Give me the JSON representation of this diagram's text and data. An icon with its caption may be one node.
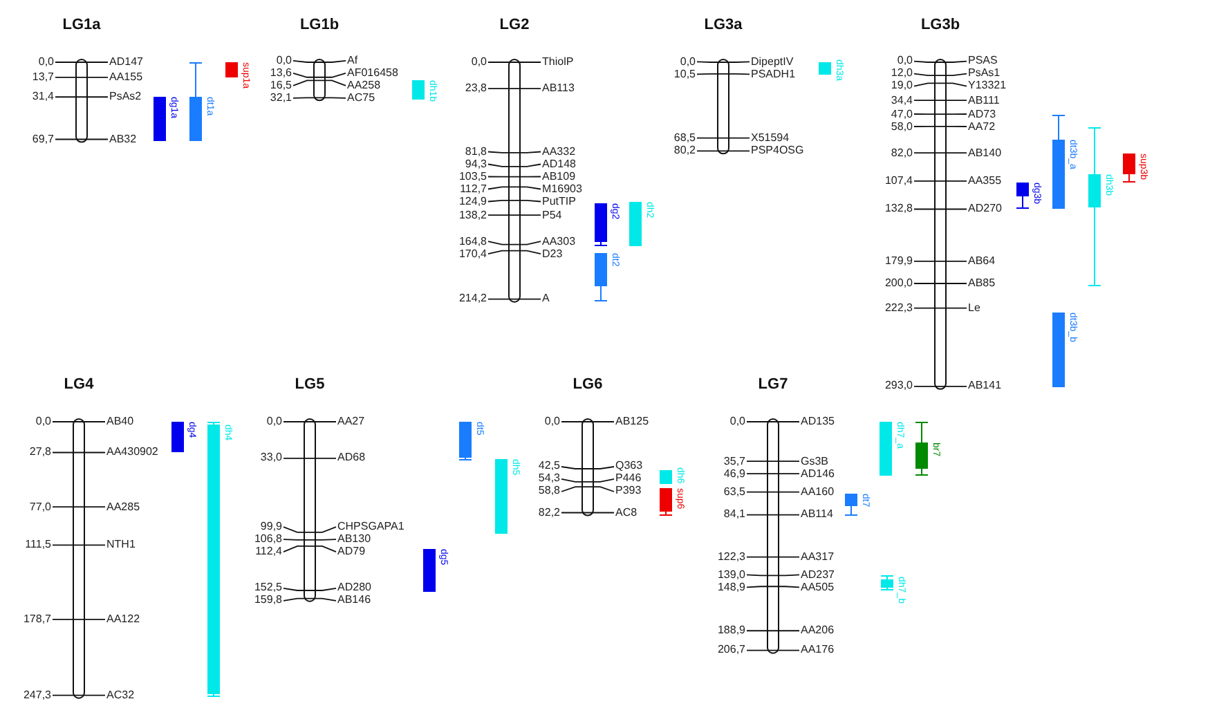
{
  "diagram": {
    "nodes": [
      {
        "text": [
          "LG1a"
        ],
        "beside": [
          "0,0",
          "AD147",
          "13,7",
          "AA155",
          "31,4",
          "PsAs2",
          "69,7",
          "AB32"
        ]
      },
      {
        "text": [
          "dg1a"
        ]
      },
      {
        "text": [
          "dt1a"
        ]
      },
      {
        "text": [
          "sup1a"
        ]
      },
      {
        "text": [
          "LG1b"
        ],
        "beside": [
          "0,0",
          "Af",
          "13,6",
          "AF016458",
          "16,5",
          "AA258",
          "32,1",
          "AC75"
        ]
      },
      {
        "text": [
          "dh1b"
        ]
      },
      {
        "text": [
          "LG2"
        ],
        "beside": [
          "0,0",
          "ThiolP",
          "23,8",
          "AB113",
          "81,8",
          "AA332",
          "94,3",
          "AD148",
          "103,5",
          "AB109",
          "112,7",
          "M16903",
          "124,9",
          "PutTIP",
          "138,2",
          "P54",
          "164,8",
          "AA303",
          "170,4",
          "D23",
          "214,2",
          "A"
        ]
      },
      {
        "text": [
          "dg2"
        ]
      },
      {
        "text": [
          "dt2"
        ]
      },
      {
        "text": [
          "dh2"
        ]
      },
      {
        "text": [
          "LG3a"
        ],
        "beside": [
          "0,0",
          "DipeptIV",
          "10,5",
          "PSADH1",
          "68,5",
          "X51594",
          "80,2",
          "PSP4OSG"
        ]
      },
      {
        "text": [
          "dh3a"
        ]
      },
      {
        "text": [
          "LG3b"
        ],
        "beside": [
          "0,0",
          "PSAS",
          "12,0",
          "PsAs1",
          "19,0",
          "Y13321",
          "34,4",
          "AB111",
          "47,0",
          "AD73",
          "58,0",
          "AA72",
          "82,0",
          "AB140",
          "107,4",
          "AA355",
          "132,8",
          "AD270",
          "179,9",
          "AB64",
          "200,0",
          "AB85",
          "222,3",
          "Le",
          "293,0",
          "AB141"
        ]
      },
      {
        "text": [
          "dg3b"
        ]
      },
      {
        "text": [
          "dt3b_a"
        ]
      },
      {
        "text": [
          "dt3b_b"
        ]
      },
      {
        "text": [
          "dh3b"
        ]
      },
      {
        "text": [
          "sup3b"
        ]
      },
      {
        "text": [
          "LG4"
        ],
        "beside": [
          "0,0",
          "AB40",
          "27,8",
          "AA430902",
          "77,0",
          "AA285",
          "111,5",
          "NTH1",
          "178,7",
          "AA122",
          "247,3",
          "AC32"
        ]
      },
      {
        "text": [
          "dg4"
        ]
      },
      {
        "text": [
          "dh4"
        ]
      },
      {
        "text": [
          "LG5"
        ],
        "beside": [
          "0,0",
          "AA27",
          "33,0",
          "AD68",
          "99,9",
          "CHPSGAPA1",
          "106,8",
          "AB130",
          "112,4",
          "AD79",
          "152,5",
          "AD280",
          "159,8",
          "AB146"
        ]
      },
      {
        "text": [
          "dg5"
        ]
      },
      {
        "text": [
          "dt5"
        ]
      },
      {
        "text": [
          "dh5"
        ]
      },
      {
        "text": [
          "LG6"
        ],
        "beside": [
          "0,0",
          "AB125",
          "42,5",
          "Q363",
          "54,3",
          "P446",
          "58,8",
          "P393",
          "82,2",
          "AC8"
        ]
      },
      {
        "text": [
          "dh6"
        ]
      },
      {
        "text": [
          "sup6"
        ]
      },
      {
        "text": [
          "LG7"
        ],
        "beside": [
          "0,0",
          "AD135",
          "35,7",
          "Gs3B",
          "46,9",
          "AD146",
          "63,5",
          "AA160",
          "84,1",
          "AB114",
          "122,3",
          "AA317",
          "139,0",
          "AD237",
          "148,9",
          "AA505",
          "188,9",
          "AA206",
          "206,7",
          "AA176"
        ]
      },
      {
        "text": [
          "dt7"
        ]
      },
      {
        "text": [
          "dh7_a"
        ]
      },
      {
        "text": [
          "dh7_b"
        ]
      },
      {
        "text": [
          "br7"
        ]
      }
    ]
  }
}
